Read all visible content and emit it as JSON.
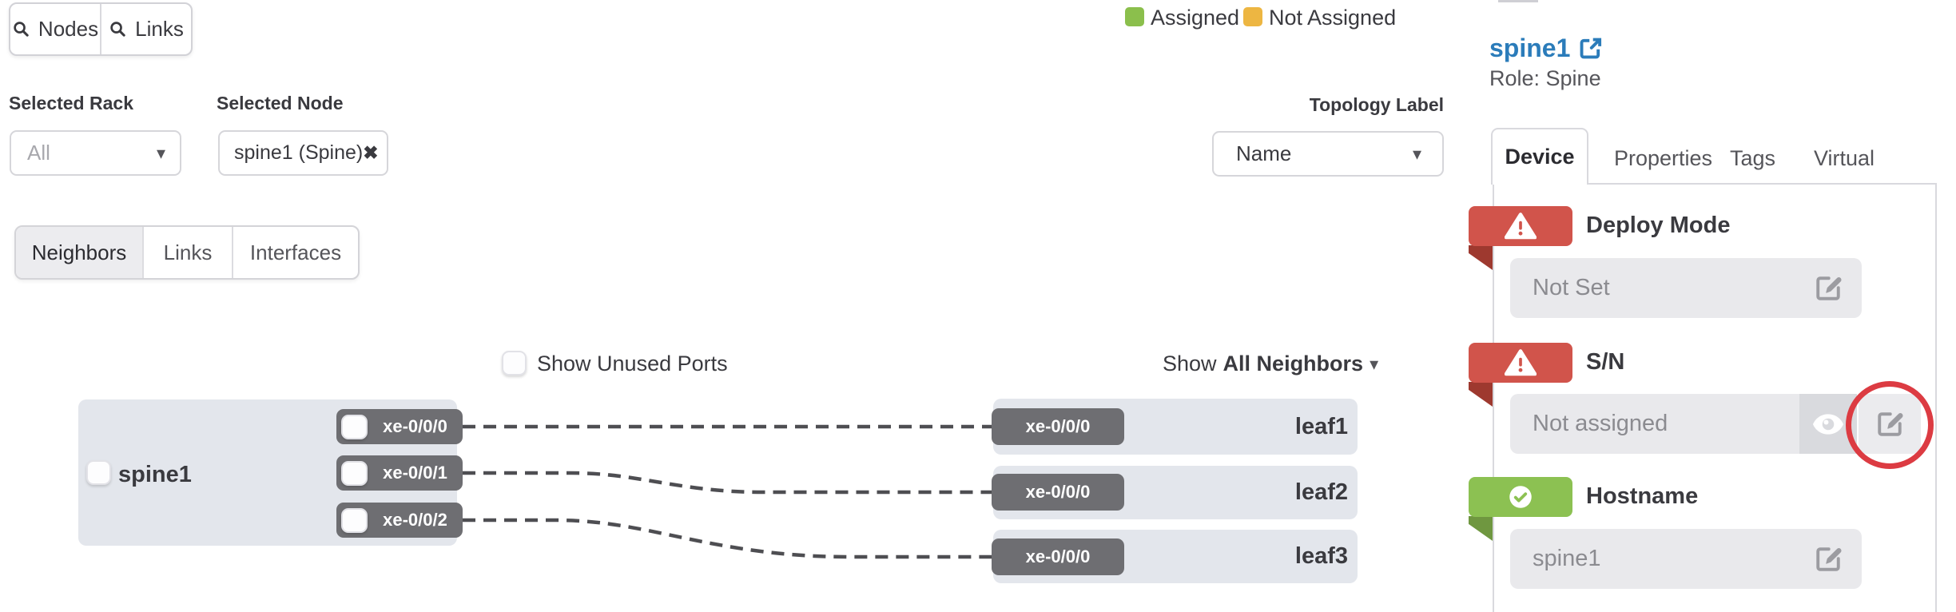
{
  "glyphs": {
    "caret": "▾",
    "close": "✖"
  },
  "colors": {
    "assigned_green": "#8bbf4c",
    "not_assigned_orange": "#edb642",
    "error_red": "#d1544b",
    "ok_green": "#8cc152",
    "link_blue": "#2b7cba",
    "highlight_red": "#dc3b42",
    "port_pill_gray": "#6e6e72",
    "node_bg": "#e3e6ec"
  },
  "top_tabs": {
    "nodes": "Nodes",
    "links": "Links"
  },
  "filters": {
    "rack_label": "Selected Rack",
    "rack_value": "All",
    "node_label": "Selected Node",
    "node_value": "spine1 (Spine)",
    "topology_label": "Topology Label",
    "topology_value": "Name"
  },
  "legend": {
    "assigned": "Assigned",
    "not_assigned": "Not Assigned"
  },
  "panel": {
    "title": "spine1",
    "role": "Role: Spine",
    "tabs": {
      "device": "Device",
      "properties": "Properties",
      "tags": "Tags",
      "virtual": "Virtual"
    },
    "deploy": {
      "heading": "Deploy Mode",
      "value": "Not Set",
      "status": "error"
    },
    "sn": {
      "heading": "S/N",
      "value": "Not assigned",
      "status": "error"
    },
    "hostname": {
      "heading": "Hostname",
      "value": "spine1",
      "status": "ok"
    }
  },
  "view_tabs": {
    "neighbors": "Neighbors",
    "links": "Links",
    "interfaces": "Interfaces",
    "active": "Neighbors"
  },
  "controls": {
    "show_unused": "Show Unused Ports",
    "show_unused_checked": false,
    "show_prefix": "Show",
    "show_value": "All Neighbors"
  },
  "diagram": {
    "spine": {
      "name": "spine1",
      "ports": [
        "xe-0/0/0",
        "xe-0/0/1",
        "xe-0/0/2"
      ]
    },
    "leaves": [
      {
        "name": "leaf1",
        "port": "xe-0/0/0"
      },
      {
        "name": "leaf2",
        "port": "xe-0/0/0"
      },
      {
        "name": "leaf3",
        "port": "xe-0/0/0"
      }
    ]
  }
}
